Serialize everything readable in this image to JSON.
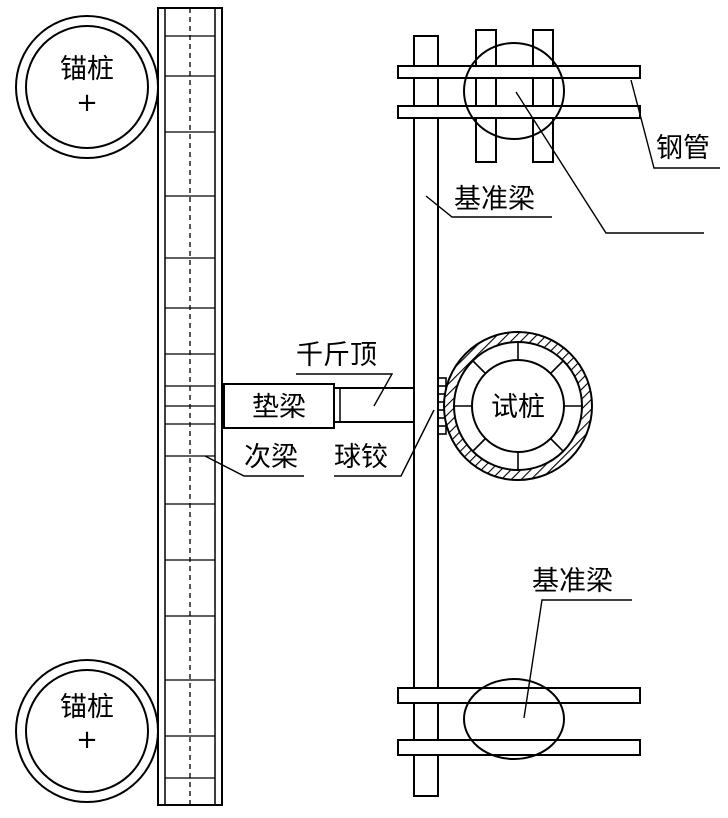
{
  "labels": {
    "anchor_pile_top": "锚桩",
    "anchor_pile_bottom": "锚桩",
    "anchor_center_mark": "+",
    "steel_pipe": "钢管",
    "reference_beam_top": "基准梁",
    "reference_beam_bottom": "基准梁",
    "jack": "千斤顶",
    "pad_beam": "垫梁",
    "secondary_beam": "次梁",
    "ball_hinge": "球铰",
    "test_pile": "试桩"
  },
  "colors": {
    "line": "#000000",
    "background": "#ffffff"
  }
}
